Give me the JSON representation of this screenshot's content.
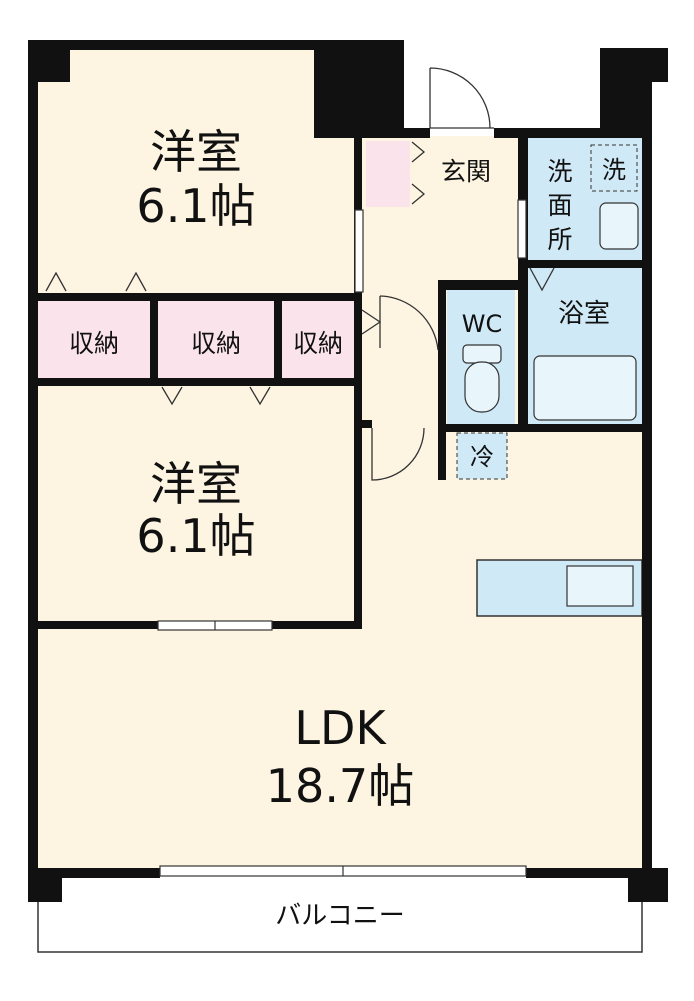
{
  "rooms": {
    "western_upper": {
      "name": "洋室",
      "size": "6.1帖"
    },
    "western_lower": {
      "name": "洋室",
      "size": "6.1帖"
    },
    "storage_1": {
      "name": "収納"
    },
    "storage_2": {
      "name": "収納"
    },
    "storage_3": {
      "name": "収納"
    },
    "entrance": {
      "name": "玄関"
    },
    "washroom": {
      "name_top": "洗",
      "name_mid": "面",
      "name_bot": "所"
    },
    "washer": {
      "name": "洗"
    },
    "toilet": {
      "name": "WC"
    },
    "bathroom": {
      "name": "浴室"
    },
    "fridge": {
      "name": "冷"
    },
    "ldk": {
      "name": "LDK",
      "size": "18.7帖"
    },
    "balcony": {
      "name": "バルコニー"
    }
  },
  "colors": {
    "wall": "#111111",
    "floor": "#fdf5e2",
    "storage": "#fbe3ec",
    "water": "#cfeaf6",
    "outline": "#333333"
  }
}
